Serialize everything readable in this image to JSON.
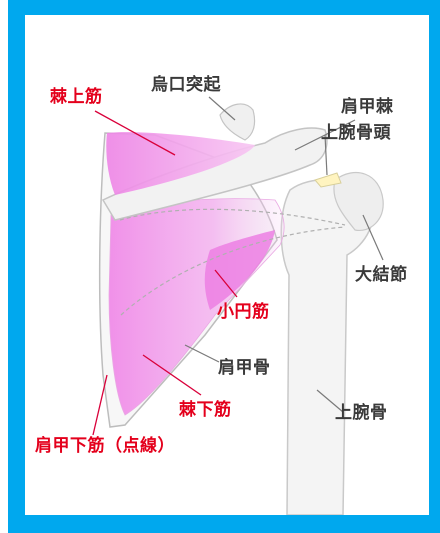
{
  "labels": {
    "supraspinatus": "棘上筋",
    "coracoid": "烏口突起",
    "spine": "肩甲棘",
    "humeral_head": "上腕骨頭",
    "greater_tubercle": "大結節",
    "teres_minor": "小円筋",
    "scapula": "肩甲骨",
    "infraspinatus": "棘下筋",
    "humerus": "上腕骨",
    "subscapularis": "肩甲下筋（点線）"
  },
  "colors": {
    "frame": "#00a8ee",
    "muscle_label": "#e4001c",
    "bone_label": "#3a3a3a",
    "muscle_fill": "#f08be8"
  }
}
